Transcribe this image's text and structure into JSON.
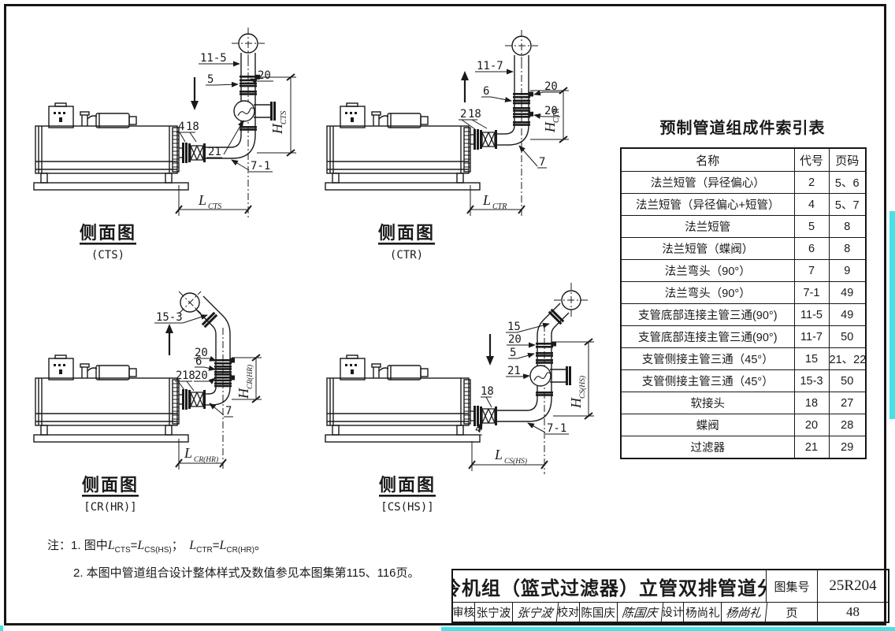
{
  "colors": {
    "line": "#1a1a1a",
    "accent_cyan": "#45e2e6",
    "paper": "#ffffff"
  },
  "component_table": {
    "title": "预制管道组成件索引表",
    "headers": [
      "名称",
      "代号",
      "页码"
    ],
    "rows": [
      [
        "法兰短管（异径偏心）",
        "2",
        "5、6"
      ],
      [
        "法兰短管（异径偏心+短管）",
        "4",
        "5、7"
      ],
      [
        "法兰短管",
        "5",
        "8"
      ],
      [
        "法兰短管（蝶阀）",
        "6",
        "8"
      ],
      [
        "法兰弯头（90°）",
        "7",
        "9"
      ],
      [
        "法兰弯头（90°）",
        "7-1",
        "49"
      ],
      [
        "支管底部连接主管三通(90°)",
        "11-5",
        "49"
      ],
      [
        "支管底部连接主管三通(90°)",
        "11-7",
        "50"
      ],
      [
        "支管侧接主管三通（45°）",
        "15",
        "21、22"
      ],
      [
        "支管侧接主管三通（45°）",
        "15-3",
        "50"
      ],
      [
        "软接头",
        "18",
        "27"
      ],
      [
        "蝶阀",
        "20",
        "28"
      ],
      [
        "过滤器",
        "21",
        "29"
      ]
    ]
  },
  "diagrams": [
    {
      "caption": "侧面图",
      "variant": "(CTS)",
      "dim_h_base": "H",
      "dim_h_sub": "CTS",
      "dim_l_base": "L",
      "dim_l_sub": "CTS",
      "labels": {
        "tee": "11-5",
        "pipe": "5",
        "valve": "20",
        "strainer": "21",
        "reducer": "4",
        "flex": "18",
        "elbow": "7-1"
      }
    },
    {
      "caption": "侧面图",
      "variant": "(CTR)",
      "dim_h_base": "H",
      "dim_h_sub": "CTR",
      "dim_l_base": "L",
      "dim_l_sub": "CTR",
      "labels": {
        "tee": "11-7",
        "pipe": "6",
        "valve_top": "20",
        "valve_bottom": "20",
        "reducer": "2",
        "flex": "18",
        "elbow": "7"
      }
    },
    {
      "caption": "侧面图",
      "variant": "[CR(HR)]",
      "dim_h_base": "H",
      "dim_h_sub": "CR(HR)",
      "dim_l_base": "L",
      "dim_l_sub": "CR(HR)",
      "labels": {
        "bend": "15-3",
        "valve_top": "20",
        "pipe": "6",
        "valve_bottom": "20",
        "reducer": "2",
        "flex": "18",
        "elbow": "7"
      }
    },
    {
      "caption": "侧面图",
      "variant": "[CS(HS)]",
      "dim_h_base": "H",
      "dim_h_sub": "CS(HS)",
      "dim_l_base": "L",
      "dim_l_sub": "CS(HS)",
      "labels": {
        "branch": "15",
        "valve": "20",
        "pipe": "5",
        "strainer": "21",
        "flex": "18",
        "reducer": "4",
        "elbow": "7-1"
      }
    }
  ],
  "notes": {
    "prefix": "注：",
    "item1_lead": "1. 图中",
    "l": "L",
    "eq": "=",
    "sep": "；　",
    "sub_cts": "CTS",
    "sub_cshs": "CS(HS)",
    "sub_ctr": "CTR",
    "sub_crhr": "CR(HR)",
    "end": "。",
    "item2": "2. 本图中管道组合设计整体样式及数值参见本图集第115、116页。"
  },
  "title_block": {
    "drawing_title": "制冷机组（篮式过滤器）立管双排管道分段",
    "atlas_no_label": "图集号",
    "atlas_no": "25R204",
    "page_label": "页",
    "page_no": "48",
    "reviewer_label": "审核",
    "reviewer": "张宁波",
    "reviewer_sig": "张宁波",
    "checker_label": "校对",
    "checker": "陈国庆",
    "checker_sig": "陈国庆",
    "designer_label": "设计",
    "designer": "杨尚礼",
    "designer_sig": "杨尚礼"
  }
}
